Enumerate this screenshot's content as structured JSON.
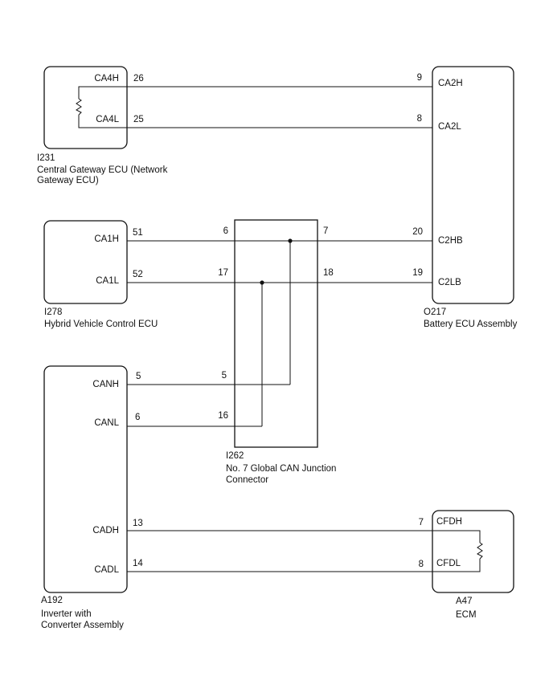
{
  "components": {
    "i231": {
      "code": "I231",
      "name_line1": "Central Gateway ECU (Network",
      "name_line2": "Gateway ECU)",
      "pins": [
        {
          "label": "CA4H",
          "num": "26"
        },
        {
          "label": "CA4L",
          "num": "25"
        }
      ]
    },
    "i278": {
      "code": "I278",
      "name_line1": "Hybrid Vehicle Control ECU",
      "pins": [
        {
          "label": "CA1H",
          "num": "51"
        },
        {
          "label": "CA1L",
          "num": "52"
        }
      ]
    },
    "a192": {
      "code": "A192",
      "name_line1": "Inverter with",
      "name_line2": "Converter Assembly",
      "pins": [
        {
          "label": "CANH",
          "num": "5"
        },
        {
          "label": "CANL",
          "num": "6"
        },
        {
          "label": "CADH",
          "num": "13"
        },
        {
          "label": "CADL",
          "num": "14"
        }
      ]
    },
    "i262": {
      "code": "I262",
      "name_line1": "No. 7 Global CAN Junction",
      "name_line2": "Connector",
      "pins": [
        {
          "num": "6"
        },
        {
          "num": "17"
        },
        {
          "num": "7"
        },
        {
          "num": "18"
        },
        {
          "num": "5"
        },
        {
          "num": "16"
        }
      ]
    },
    "o217": {
      "code": "O217",
      "name_line1": "Battery ECU Assembly",
      "pins": [
        {
          "label": "CA2H",
          "num": "9"
        },
        {
          "label": "CA2L",
          "num": "8"
        },
        {
          "label": "C2HB",
          "num": "20"
        },
        {
          "label": "C2LB",
          "num": "19"
        }
      ]
    },
    "a47": {
      "code": "A47",
      "name_line1": "ECM",
      "pins": [
        {
          "label": "CFDH",
          "num": "7"
        },
        {
          "label": "CFDL",
          "num": "8"
        }
      ]
    }
  },
  "icons": {
    "terminating_resistor": "resistor-icon",
    "splice_point": "splice-dot-icon"
  }
}
